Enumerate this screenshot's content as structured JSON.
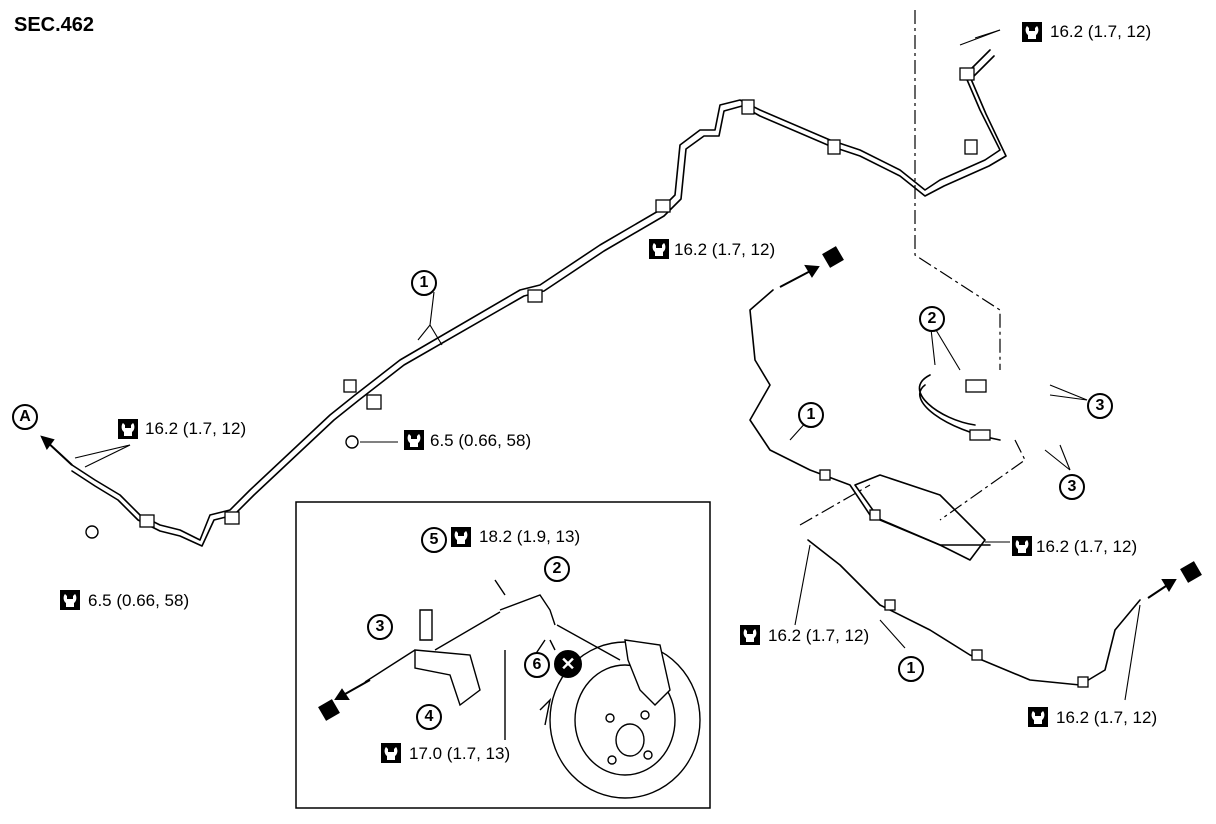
{
  "section_label": "SEC.462",
  "torque_values": {
    "t_16_2": "16.2 (1.7, 12)",
    "t_6_5": "6.5 (0.66, 58)",
    "t_18_2": "18.2 (1.9, 13)",
    "t_17_0": "17.0 (1.7, 13)"
  },
  "callouts": {
    "c1": "1",
    "c2": "2",
    "c3": "3",
    "c4": "4",
    "c5": "5",
    "c6": "6",
    "cA": "A"
  },
  "icons": {
    "torque": "torque-wrench-icon",
    "arrow_marker": "arrow-square-icon",
    "do_not_reuse": "do-not-reuse-x-icon"
  }
}
